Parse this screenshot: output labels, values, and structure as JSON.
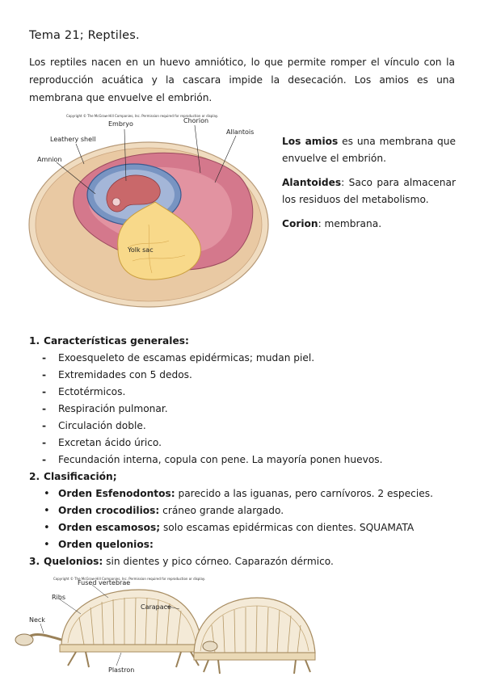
{
  "document": {
    "title": "Tema 21; Reptiles.",
    "intro": "Los reptiles nacen en un huevo amniótico, lo que permite romper el vínculo con la reproducción acuática y la cascara impide la desecación.  Los amios es una membrana que envuelve el embrión."
  },
  "egg_figure": {
    "copyright": "Copyright © The McGraw-Hill Companies, Inc. Permission required for reproduction or display.",
    "labels": {
      "embryo": "Embryo",
      "chorion": "Chorion",
      "leathery_shell": "Leathery shell",
      "allantois": "Allantois",
      "amnion": "Amnion",
      "yolk_sac": "Yolk sac"
    }
  },
  "definitions": [
    {
      "term": "Los amios",
      "text": " es una membrana que envuelve el embrión."
    },
    {
      "term": "Alantoides",
      "text": ": Saco para almacenar los residuos del metabolismo."
    },
    {
      "term": "Corion",
      "text": ": membrana."
    }
  ],
  "sections": {
    "s1": {
      "number": "1.",
      "title": "Características generales:",
      "items": [
        "Exoesqueleto de escamas epidérmicas; mudan piel.",
        "Extremidades con 5 dedos.",
        "Ectotérmicos.",
        "Respiración pulmonar.",
        "Circulación doble.",
        "Excretan ácido úrico.",
        "Fecundación interna, copula con pene. La mayoría ponen huevos."
      ]
    },
    "s2": {
      "number": "2.",
      "title": "Clasificación;",
      "items": [
        {
          "term": "Orden Esfenodontos:",
          "text": " parecido a las iguanas, pero carnívoros. 2 especies."
        },
        {
          "term": "Orden crocodilios:",
          "text": " cráneo grande alargado."
        },
        {
          "term": "Orden escamosos;",
          "text": " solo escamas epidérmicas con dientes. SQUAMATA"
        },
        {
          "term": "Orden quelonios:",
          "text": ""
        }
      ]
    },
    "s3": {
      "number": "3.",
      "title": "Quelonios:",
      "text": " sin dientes y pico córneo. Caparazón dérmico."
    }
  },
  "turtle_figure": {
    "copyright": "Copyright © The McGraw-Hill Companies, Inc. Permission required for reproduction or display.",
    "labels": {
      "fused_vertebrae": "Fused vertebrae",
      "ribs": "Ribs",
      "carapace": "Carapace",
      "neck": "Neck",
      "plastron": "Plastron"
    }
  }
}
